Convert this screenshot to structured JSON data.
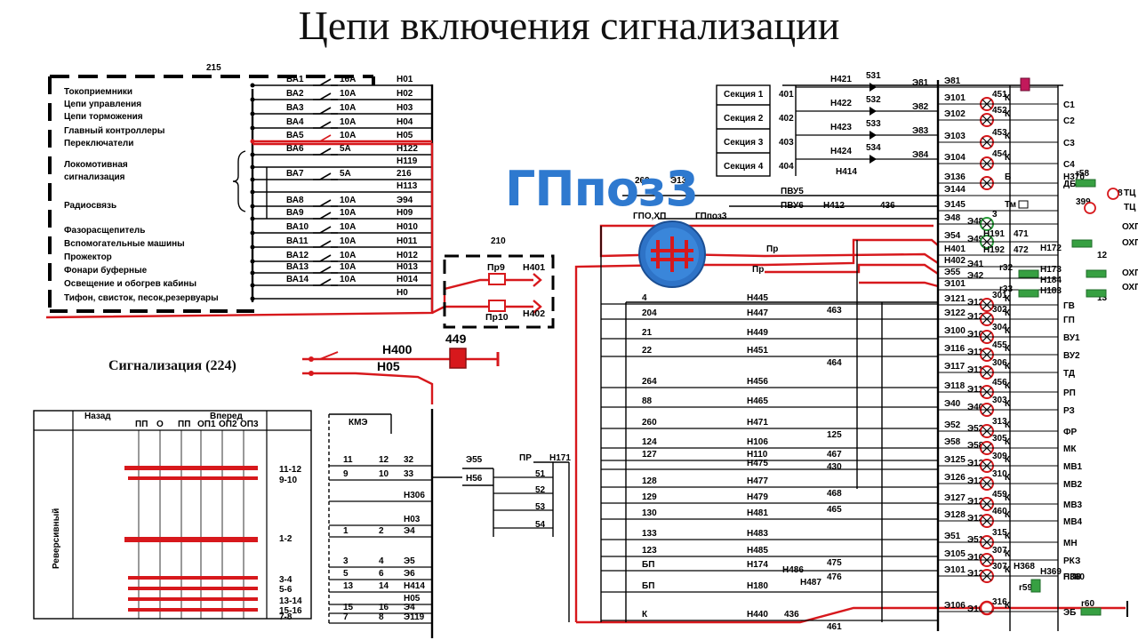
{
  "title": "Цепи включения сигнализации",
  "overlay_label": "ГПпоз3",
  "colors": {
    "wire": "#000000",
    "active": "#d7181c",
    "accent": "#2e79cf",
    "resistor": "#37a042",
    "fuse": "#c2195b"
  },
  "left_panel": {
    "panel_number": "215",
    "consumers": [
      "Токоприемники",
      "Цепи управления",
      "Цепи торможения",
      "Главный контроллеры",
      "Переключатели",
      "Локомотивная",
      "сигнализация",
      "Радиосвязь",
      "Фазорасщепитель",
      "Вспомогательные машины",
      "Прожектор",
      "Фонари буферные",
      "Освещение и обогрев кабины",
      "Тифон, свисток, песок,резервуары"
    ],
    "breakers": [
      {
        "name": "ВА1",
        "rating": "16A",
        "wire": "Н01"
      },
      {
        "name": "ВА2",
        "rating": "10A",
        "wire": "Н02"
      },
      {
        "name": "ВА3",
        "rating": "10A",
        "wire": "Н03"
      },
      {
        "name": "ВА4",
        "rating": "10A",
        "wire": "Н04"
      },
      {
        "name": "ВА5",
        "rating": "10A",
        "wire": "Н05"
      },
      {
        "name": "ВА6",
        "rating": "5A",
        "wire": "Н122"
      },
      {
        "name": "",
        "rating": "",
        "wire": "Н119"
      },
      {
        "name": "ВА7",
        "rating": "5A",
        "wire": "216"
      },
      {
        "name": "",
        "rating": "",
        "wire": "Н113"
      },
      {
        "name": "ВА8",
        "rating": "10A",
        "wire": "Э94"
      },
      {
        "name": "ВА9",
        "rating": "10A",
        "wire": "Н09"
      },
      {
        "name": "ВА10",
        "rating": "10A",
        "wire": "Н010"
      },
      {
        "name": "ВА11",
        "rating": "10A",
        "wire": "Н011"
      },
      {
        "name": "ВА12",
        "rating": "10A",
        "wire": "Н012"
      },
      {
        "name": "ВА13",
        "rating": "10A",
        "wire": "Н013"
      },
      {
        "name": "ВА14",
        "rating": "10A",
        "wire": "Н014"
      },
      {
        "name": "",
        "rating": "",
        "wire": "Н0"
      }
    ]
  },
  "fuse_box": {
    "number": "210",
    "fuse1": "Пр9",
    "fuse2": "Пр10",
    "out1": "Н401",
    "out2": "Н402"
  },
  "signal": {
    "label": "Сигнализация (224)",
    "wire1": "Н400",
    "wire2": "Н05",
    "element": "449"
  },
  "reverser": {
    "title": "Реверсивный",
    "header_back": "Назад",
    "header_forward": "Вперед",
    "cols": [
      "ПП",
      "О",
      "ПП",
      "ОП1",
      "ОП2",
      "ОП3"
    ],
    "rows": [
      "11-12",
      "9-10",
      "1-2",
      "3-4",
      "5-6",
      "13-14",
      "15-16",
      "7-8"
    ]
  },
  "kme": {
    "label": "КМЭ",
    "contacts": [
      {
        "a": "11",
        "b": "12",
        "c": "32"
      },
      {
        "a": "9",
        "b": "10",
        "c": "33"
      },
      {
        "a": "",
        "b": "",
        "c": "Н306"
      },
      {
        "a": "",
        "b": "",
        "c": "Н03"
      },
      {
        "a": "1",
        "b": "2",
        "c": "Э4"
      },
      {
        "a": "3",
        "b": "4",
        "c": "Э5"
      },
      {
        "a": "5",
        "b": "6",
        "c": "Э6"
      },
      {
        "a": "13",
        "b": "14",
        "c": "Н414"
      },
      {
        "a": "",
        "b": "",
        "c": "Н05"
      },
      {
        "a": "15",
        "b": "16",
        "c": "Э4"
      },
      {
        "a": "7",
        "b": "8",
        "c": "Э119"
      }
    ]
  },
  "pr_block": {
    "in1": "Э55",
    "in2": "Н56",
    "label": "ПР",
    "out": "Н171",
    "taps": [
      "51",
      "52",
      "53",
      "54"
    ]
  },
  "sections": [
    "Секция 1",
    "Секция 2",
    "Секция 3",
    "Секция 4"
  ],
  "section_relays": [
    "401",
    "402",
    "403",
    "404"
  ],
  "section_wires": [
    "Н421",
    "Н422",
    "Н423",
    "Н424",
    "Н414"
  ],
  "section_diodes": [
    "531",
    "532",
    "533",
    "534"
  ],
  "section_outs": [
    "Э81",
    "Э82",
    "Э83",
    "Э84"
  ],
  "top_labels": [
    "269",
    "Э136",
    "ГПО,ХП",
    "ГПпоз3",
    "ПВУ5",
    "ПВУ6",
    "Н412",
    "436",
    "Пр",
    "Пр"
  ],
  "center_rows": [
    {
      "tag": "4",
      "wire": "Н445",
      "el": "463"
    },
    {
      "tag": "204",
      "wire": "Н447",
      "el": ""
    },
    {
      "tag": "21",
      "wire": "Н449",
      "el": ""
    },
    {
      "tag": "22",
      "wire": "Н451",
      "el": "464"
    },
    {
      "tag": "264",
      "wire": "Н456",
      "el": ""
    },
    {
      "tag": "88",
      "wire": "Н465",
      "el": ""
    },
    {
      "tag": "260",
      "wire": "Н471",
      "el": "125"
    },
    {
      "tag": "124",
      "wire": "Н106",
      "el": "467"
    },
    {
      "tag": "127",
      "wire": "Н110",
      "el": "430"
    },
    {
      "tag": "",
      "wire": "Н475",
      "el": ""
    },
    {
      "tag": "128",
      "wire": "Н477",
      "el": "468"
    },
    {
      "tag": "129",
      "wire": "Н479",
      "el": "465"
    },
    {
      "tag": "130",
      "wire": "Н481",
      "el": ""
    },
    {
      "tag": "133",
      "wire": "Н483",
      "el": ""
    },
    {
      "tag": "123",
      "wire": "Н485",
      "el": "475"
    },
    {
      "tag": "БП",
      "wire": "Н174",
      "el": "476"
    },
    {
      "tag": "БП",
      "wire": "Н180",
      "el": ""
    },
    {
      "tag": "К",
      "wire": "Н440",
      "el": "461"
    }
  ],
  "lamp_panel": [
    {
      "in": "Э81",
      "out": "",
      "lamp": "436",
      "name": "",
      "side": ""
    },
    {
      "in": "Э101",
      "out": "",
      "lamp": "451",
      "name": "К",
      "side": "С1"
    },
    {
      "in": "Э102",
      "out": "",
      "lamp": "452",
      "name": "К",
      "side": "С2"
    },
    {
      "in": "Э103",
      "out": "",
      "lamp": "453",
      "name": "К",
      "side": "С3"
    },
    {
      "in": "Э104",
      "out": "",
      "lamp": "454",
      "name": "К",
      "side": "С4"
    },
    {
      "in": "Э136",
      "out": "",
      "lamp": "",
      "name": "Б",
      "side": "ДБ"
    },
    {
      "in": "Э144",
      "out": "",
      "lamp": "",
      "name": "",
      "side": ""
    },
    {
      "in": "Э145",
      "out": "",
      "lamp": "",
      "name": "Тм",
      "side": ""
    },
    {
      "in": "Э48",
      "out": "Э48",
      "lamp": "3",
      "name": "",
      "side": ""
    },
    {
      "in": "Э54",
      "out": "Э49",
      "lamp": "",
      "name": "",
      "side": ""
    },
    {
      "in": "Н401",
      "out": "",
      "lamp": "",
      "name": "",
      "side": ""
    },
    {
      "in": "Н402",
      "out": "Э41",
      "lamp": "",
      "name": "",
      "side": ""
    },
    {
      "in": "Э55",
      "out": "Э42",
      "lamp": "",
      "name": "",
      "side": ""
    },
    {
      "in": "Э101",
      "out": "",
      "lamp": "",
      "name": "",
      "side": ""
    },
    {
      "in": "Э121",
      "out": "Э121",
      "lamp": "301",
      "name": "К",
      "side": "ГВ"
    },
    {
      "in": "Э122",
      "out": "Э122",
      "lamp": "302",
      "name": "К",
      "side": "ГП"
    },
    {
      "in": "Э100",
      "out": "Э100",
      "lamp": "304",
      "name": "К",
      "side": "ВУ1"
    },
    {
      "in": "Э116",
      "out": "Э116",
      "lamp": "455",
      "name": "К",
      "side": "ВУ2"
    },
    {
      "in": "Э117",
      "out": "Э117",
      "lamp": "306",
      "name": "К",
      "side": "ТД"
    },
    {
      "in": "Э118",
      "out": "Э118",
      "lamp": "456",
      "name": "К",
      "side": "РП"
    },
    {
      "in": "Э40",
      "out": "Э40",
      "lamp": "303",
      "name": "К",
      "side": "РЗ"
    },
    {
      "in": "Э52",
      "out": "Э52",
      "lamp": "313",
      "name": "К",
      "side": "ФР"
    },
    {
      "in": "Э58",
      "out": "Э58",
      "lamp": "305",
      "name": "К",
      "side": "МК"
    },
    {
      "in": "Э125",
      "out": "Э125",
      "lamp": "309",
      "name": "К",
      "side": "МВ1"
    },
    {
      "in": "Э126",
      "out": "Э126",
      "lamp": "310",
      "name": "К",
      "side": "МВ2"
    },
    {
      "in": "Э127",
      "out": "Э127",
      "lamp": "459",
      "name": "К",
      "side": "МВ3"
    },
    {
      "in": "Э128",
      "out": "Э128",
      "lamp": "460",
      "name": "К",
      "side": "МВ4"
    },
    {
      "in": "Э51",
      "out": "Э51",
      "lamp": "315",
      "name": "К",
      "side": "МН"
    },
    {
      "in": "Э105",
      "out": "Э105",
      "lamp": "307",
      "name": "К",
      "side": "РКЗ"
    },
    {
      "in": "Э101",
      "out": "Э123",
      "lamp": "307",
      "name": "К",
      "side": "Н360"
    },
    {
      "in": "Э106",
      "out": "Э106",
      "lamp": "316",
      "name": "К",
      "side": "ЭБ"
    }
  ],
  "right_panel": {
    "labels": [
      "Н370",
      "r58",
      "398",
      "ТЦ",
      "399",
      "ТЦ",
      "ОХП",
      "ОХП",
      "ОХП",
      "ОХП",
      "Н191",
      "471",
      "Н192",
      "472",
      "Н172",
      "r32",
      "Н173",
      "Н184",
      "r33",
      "Н183",
      "12",
      "13",
      "Н368",
      "Н369",
      "r59",
      "ПП8",
      "r60",
      "Н486",
      "Н487",
      "436"
    ]
  }
}
